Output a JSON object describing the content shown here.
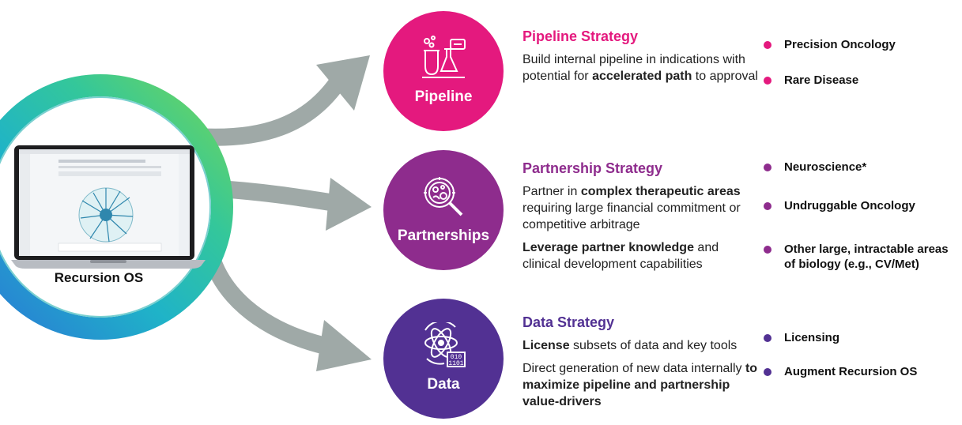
{
  "platform": {
    "label": "Recursion OS"
  },
  "colors": {
    "pipeline": "#e4197e",
    "partnerships": "#8e2c8d",
    "data": "#523193",
    "arrow": "#9fa9a7"
  },
  "pipeline": {
    "circle_label": "Pipeline",
    "icon": "lab-flask-icon",
    "title": "Pipeline Strategy",
    "para1": [
      "Build internal pipeline in indications with potential for ",
      "accelerated path",
      " to approval"
    ],
    "bullets": [
      "Precision Oncology",
      "Rare Disease"
    ]
  },
  "partnerships": {
    "circle_label": "Partnerships",
    "icon": "microscope-cell-icon",
    "title": "Partnership Strategy",
    "para1": [
      "Partner in ",
      "complex therapeutic areas",
      " requiring large financial commitment or competitive arbitrage"
    ],
    "para2": [
      "",
      "Leverage partner knowledge",
      " and clinical development capabilities"
    ],
    "bullets": [
      "Neuroscience*",
      "Undruggable Oncology",
      "Other large, intractable areas of biology (e.g., CV/Met)"
    ]
  },
  "data": {
    "circle_label": "Data",
    "icon": "atom-binary-icon",
    "title": "Data Strategy",
    "para1": [
      "",
      "License",
      " subsets of data and key tools"
    ],
    "para2": [
      "Direct generation of new data internally ",
      "to maximize pipeline and partnership value-drivers",
      ""
    ],
    "bullets": [
      "Licensing",
      "Augment Recursion OS"
    ]
  }
}
